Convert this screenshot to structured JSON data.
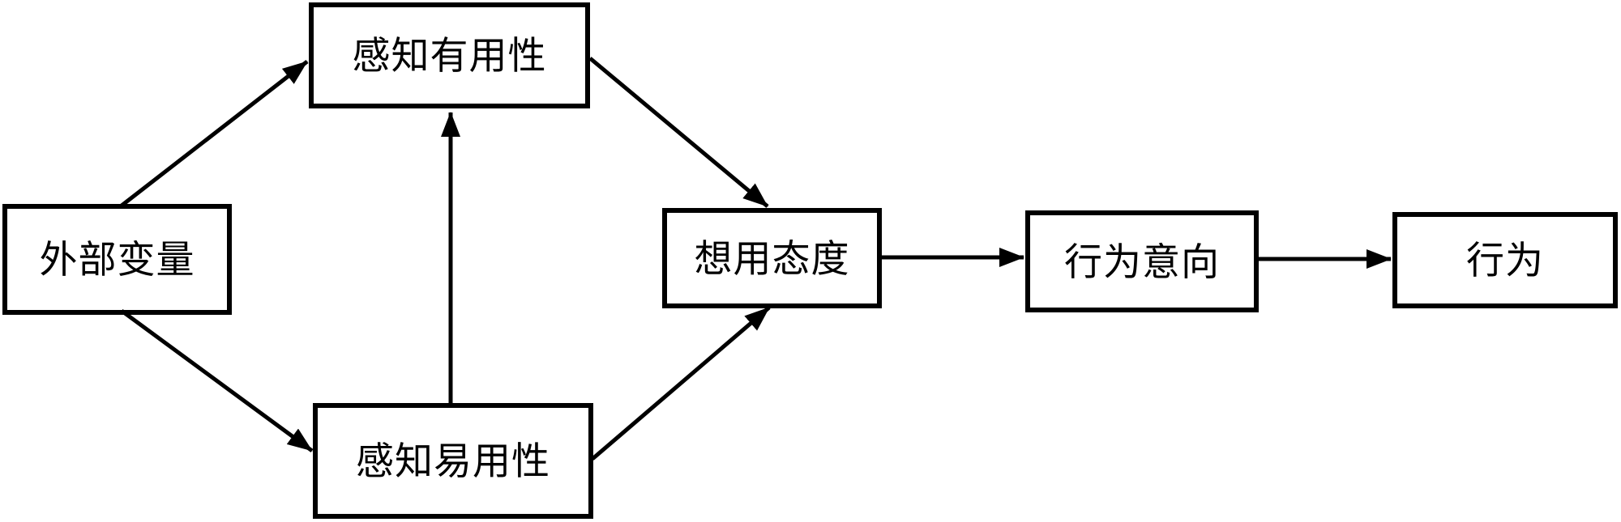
{
  "diagram": {
    "type": "flowchart",
    "description": "technology-acceptance-model",
    "background": "#ffffff",
    "colors": {
      "line": "#000000",
      "box_border": "#000000",
      "box_fill": "#ffffff",
      "text": "#000000"
    },
    "nodes": [
      {
        "id": "external-variables",
        "label": "外部变量"
      },
      {
        "id": "perceived-usefulness",
        "label": "感知有用性"
      },
      {
        "id": "perceived-ease-of-use",
        "label": "感知易用性"
      },
      {
        "id": "attitude-toward-using",
        "label": "想用态度"
      },
      {
        "id": "behavioral-intention",
        "label": "行为意向"
      },
      {
        "id": "behavior",
        "label": "行为"
      }
    ],
    "edges": [
      {
        "from": "外部变量",
        "to": "感知有用性"
      },
      {
        "from": "外部变量",
        "to": "感知易用性"
      },
      {
        "from": "感知易用性",
        "to": "感知有用性"
      },
      {
        "from": "感知有用性",
        "to": "想用态度"
      },
      {
        "from": "感知易用性",
        "to": "想用态度"
      },
      {
        "from": "想用态度",
        "to": "行为意向"
      },
      {
        "from": "行为意向",
        "to": "行为"
      }
    ]
  }
}
